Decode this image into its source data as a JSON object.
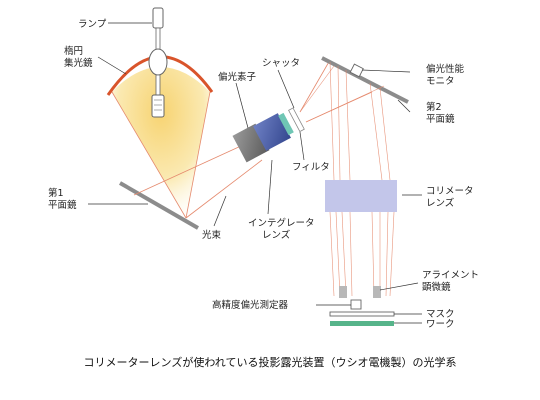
{
  "labels": {
    "lamp": "ランプ",
    "ellipse_line1": "楕円",
    "ellipse_line2": "集光鏡",
    "polarizer": "偏光素子",
    "shutter": "シャッタ",
    "pol_monitor_line1": "偏光性能",
    "pol_monitor_line2": "モニタ",
    "mirror2_line1": "第2",
    "mirror2_line2": "平面鏡",
    "filter": "フィルタ",
    "mirror1_line1": "第1",
    "mirror1_line2": "平面鏡",
    "beam": "光束",
    "integrator_line1": "インテグレータ",
    "integrator_line2": "レンズ",
    "collimator_line1": "コリメータ",
    "collimator_line2": "レンズ",
    "alignment_line1": "アライメント",
    "alignment_line2": "顕微鏡",
    "pol_meter": "高精度偏光測定器",
    "mask": "マスク",
    "work": "ワーク"
  },
  "caption": "コリメーターレンズが使われている投影露光装置（ウシオ電機製）の光学系",
  "colors": {
    "mirror_red": "#d9542b",
    "lamp_glow": "#f6d87a",
    "polarizer_gray": "#777777",
    "integrator_blue": "#4a5fa8",
    "shutter_teal": "#6fc6b4",
    "collimator_fill": "#c3c6ea",
    "work_green": "#56b48a",
    "ray_color": "#e58a6e"
  }
}
